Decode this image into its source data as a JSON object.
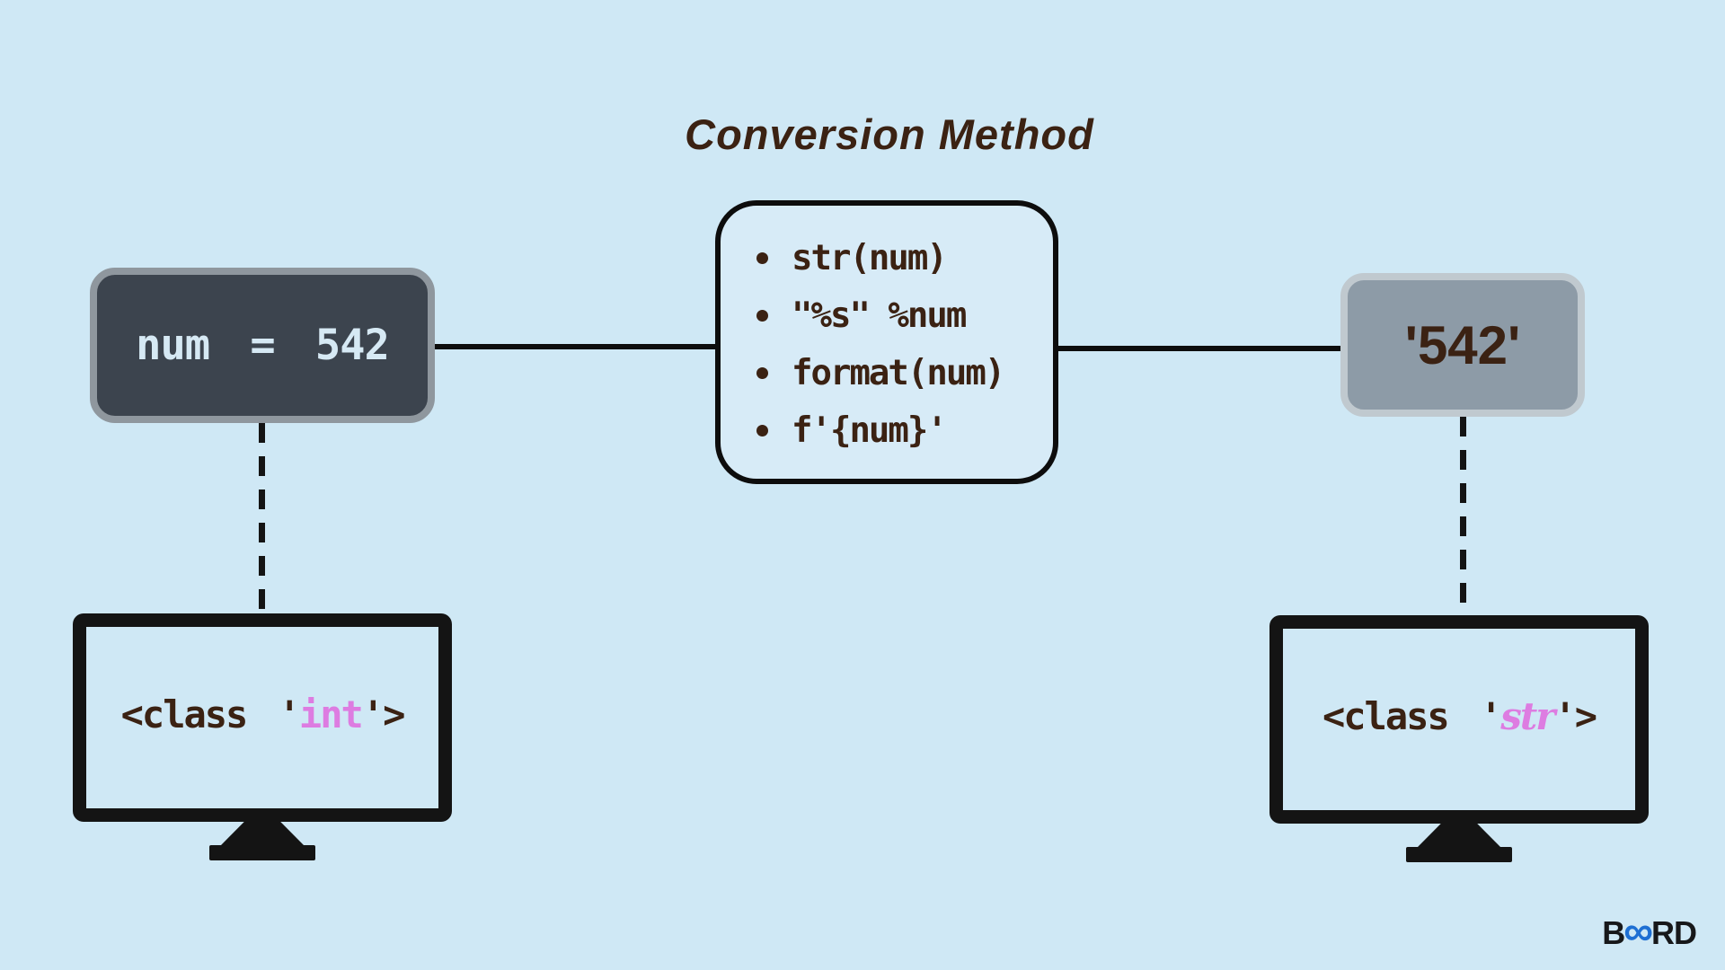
{
  "title": "Conversion Method",
  "source_box": {
    "value": "num = 542"
  },
  "methods": {
    "items": [
      "str(num)",
      "\"%s\" %num",
      "format(num)",
      "f'{num}'"
    ]
  },
  "result_box": {
    "value": "'542'"
  },
  "monitors": {
    "left": {
      "prefix": "<class '",
      "type_name": "int",
      "suffix": "'>"
    },
    "right": {
      "prefix": "<class '",
      "type_name": "str",
      "suffix": "'>"
    }
  },
  "logo": {
    "part1": "B",
    "infinity": "∞",
    "part2": "RD"
  },
  "colors": {
    "background": "#cfe8f5",
    "methods_box_fill": "#d7ebf7",
    "methods_box_border": "#0d0d0d",
    "int_box_fill": "#3c444e",
    "int_box_border": "#8f979e",
    "str_box_fill": "#8d9ba7",
    "str_box_border": "#c0c9cf",
    "text_brown": "#3b2213",
    "text_light_blue": "#d6e9f4",
    "type_pink": "#dd7ce1",
    "monitor_black": "#141414",
    "logo_blue": "#1e6fd3",
    "logo_black": "#17181a"
  }
}
